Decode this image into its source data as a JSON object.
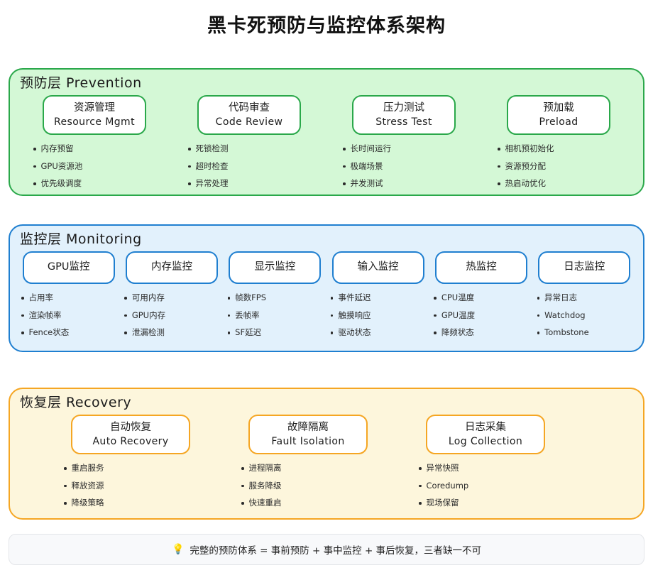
{
  "page": {
    "title": "黑卡死预防与监控体系架构"
  },
  "colors": {
    "prevention_border": "#2aa84a",
    "prevention_fill": "#d4f8d6",
    "monitoring_border": "#1f7fd0",
    "monitoring_fill": "#e2f1fc",
    "recovery_border": "#f5a623",
    "recovery_fill": "#fdf6dc",
    "footer_fill": "#f8f9fb",
    "text": "#1b1b1b"
  },
  "layers": [
    {
      "id": "prevention",
      "title": "预防层 Prevention",
      "columns": [
        {
          "name_cn": "资源管理",
          "name_en": "Resource Mgmt",
          "items": [
            "内存预留",
            "GPU资源池",
            "优先级调度"
          ]
        },
        {
          "name_cn": "代码审查",
          "name_en": "Code Review",
          "items": [
            "死锁检测",
            "超时检查",
            "异常处理"
          ]
        },
        {
          "name_cn": "压力测试",
          "name_en": "Stress Test",
          "items": [
            "长时间运行",
            "极端场景",
            "并发测试"
          ]
        },
        {
          "name_cn": "预加载",
          "name_en": "Preload",
          "items": [
            "相机预初始化",
            "资源预分配",
            "热启动优化"
          ]
        }
      ]
    },
    {
      "id": "monitoring",
      "title": "监控层 Monitoring",
      "columns": [
        {
          "name_cn": "GPU监控",
          "name_en": "",
          "items": [
            "占用率",
            "渲染帧率",
            "Fence状态"
          ]
        },
        {
          "name_cn": "内存监控",
          "name_en": "",
          "items": [
            "可用内存",
            "GPU内存",
            "泄漏检测"
          ]
        },
        {
          "name_cn": "显示监控",
          "name_en": "",
          "items": [
            "帧数FPS",
            "丢帧率",
            "SF延迟"
          ]
        },
        {
          "name_cn": "输入监控",
          "name_en": "",
          "items": [
            "事件延迟",
            "触摸响应",
            "驱动状态"
          ]
        },
        {
          "name_cn": "热监控",
          "name_en": "",
          "items": [
            "CPU温度",
            "GPU温度",
            "降频状态"
          ]
        },
        {
          "name_cn": "日志监控",
          "name_en": "",
          "items": [
            "异常日志",
            "Watchdog",
            "Tombstone"
          ]
        }
      ]
    },
    {
      "id": "recovery",
      "title": "恢复层 Recovery",
      "columns": [
        {
          "name_cn": "自动恢复",
          "name_en": "Auto Recovery",
          "items": [
            "重启服务",
            "释放资源",
            "降级策略"
          ]
        },
        {
          "name_cn": "故障隔离",
          "name_en": "Fault Isolation",
          "items": [
            "进程隔离",
            "服务降级",
            "快速重启"
          ]
        },
        {
          "name_cn": "日志采集",
          "name_en": "Log Collection",
          "items": [
            "异常快照",
            "Coredump",
            "现场保留"
          ]
        }
      ]
    }
  ],
  "footer": {
    "icon": "lightbulb-icon",
    "icon_glyph": "💡",
    "text": "完整的预防体系 = 事前预防 + 事中监控 + 事后恢复，三者缺一不可"
  }
}
